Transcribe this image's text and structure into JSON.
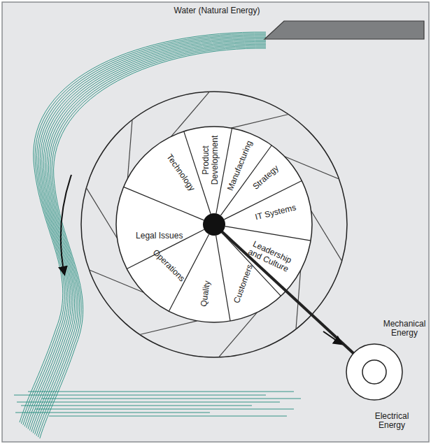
{
  "diagram": {
    "labels": [
      "Water (Natural Energy)",
      "Technology",
      "Product Development",
      "Manufacturing",
      "Strategy",
      "IT Systems",
      "Leadership and Culture",
      "Customers",
      "Quality",
      "Operations",
      "Legal Issues",
      "Mechanical Energy",
      "Electrical Energy"
    ]
  }
}
